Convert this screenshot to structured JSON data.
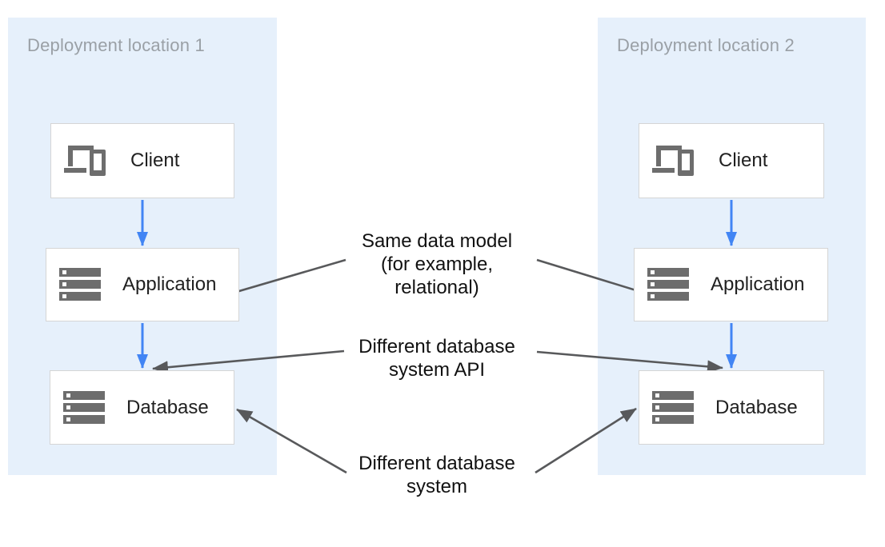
{
  "panels": [
    {
      "title": "Deployment location 1",
      "nodes": [
        {
          "label": "Client",
          "icon": "devices-icon"
        },
        {
          "label": "Application",
          "icon": "storage-icon"
        },
        {
          "label": "Database",
          "icon": "storage-icon"
        }
      ]
    },
    {
      "title": "Deployment location 2",
      "nodes": [
        {
          "label": "Client",
          "icon": "devices-icon"
        },
        {
          "label": "Application",
          "icon": "storage-icon"
        },
        {
          "label": "Database",
          "icon": "storage-icon"
        }
      ]
    }
  ],
  "annotations": {
    "same_data_model": "Same data model\n(for example,\nrelational)",
    "different_db_api": "Different database\nsystem API",
    "different_db_system": "Different database\nsystem"
  },
  "colors": {
    "panel_bg": "#e6f0fb",
    "title_gray": "#9aa0a6",
    "box_border": "#d5d5d5",
    "label_dark": "#212121",
    "icon_gray": "#6d6d6d",
    "arrow_blue": "#4285f4",
    "arrow_gray": "#58595b",
    "annotation_black": "#111111"
  }
}
